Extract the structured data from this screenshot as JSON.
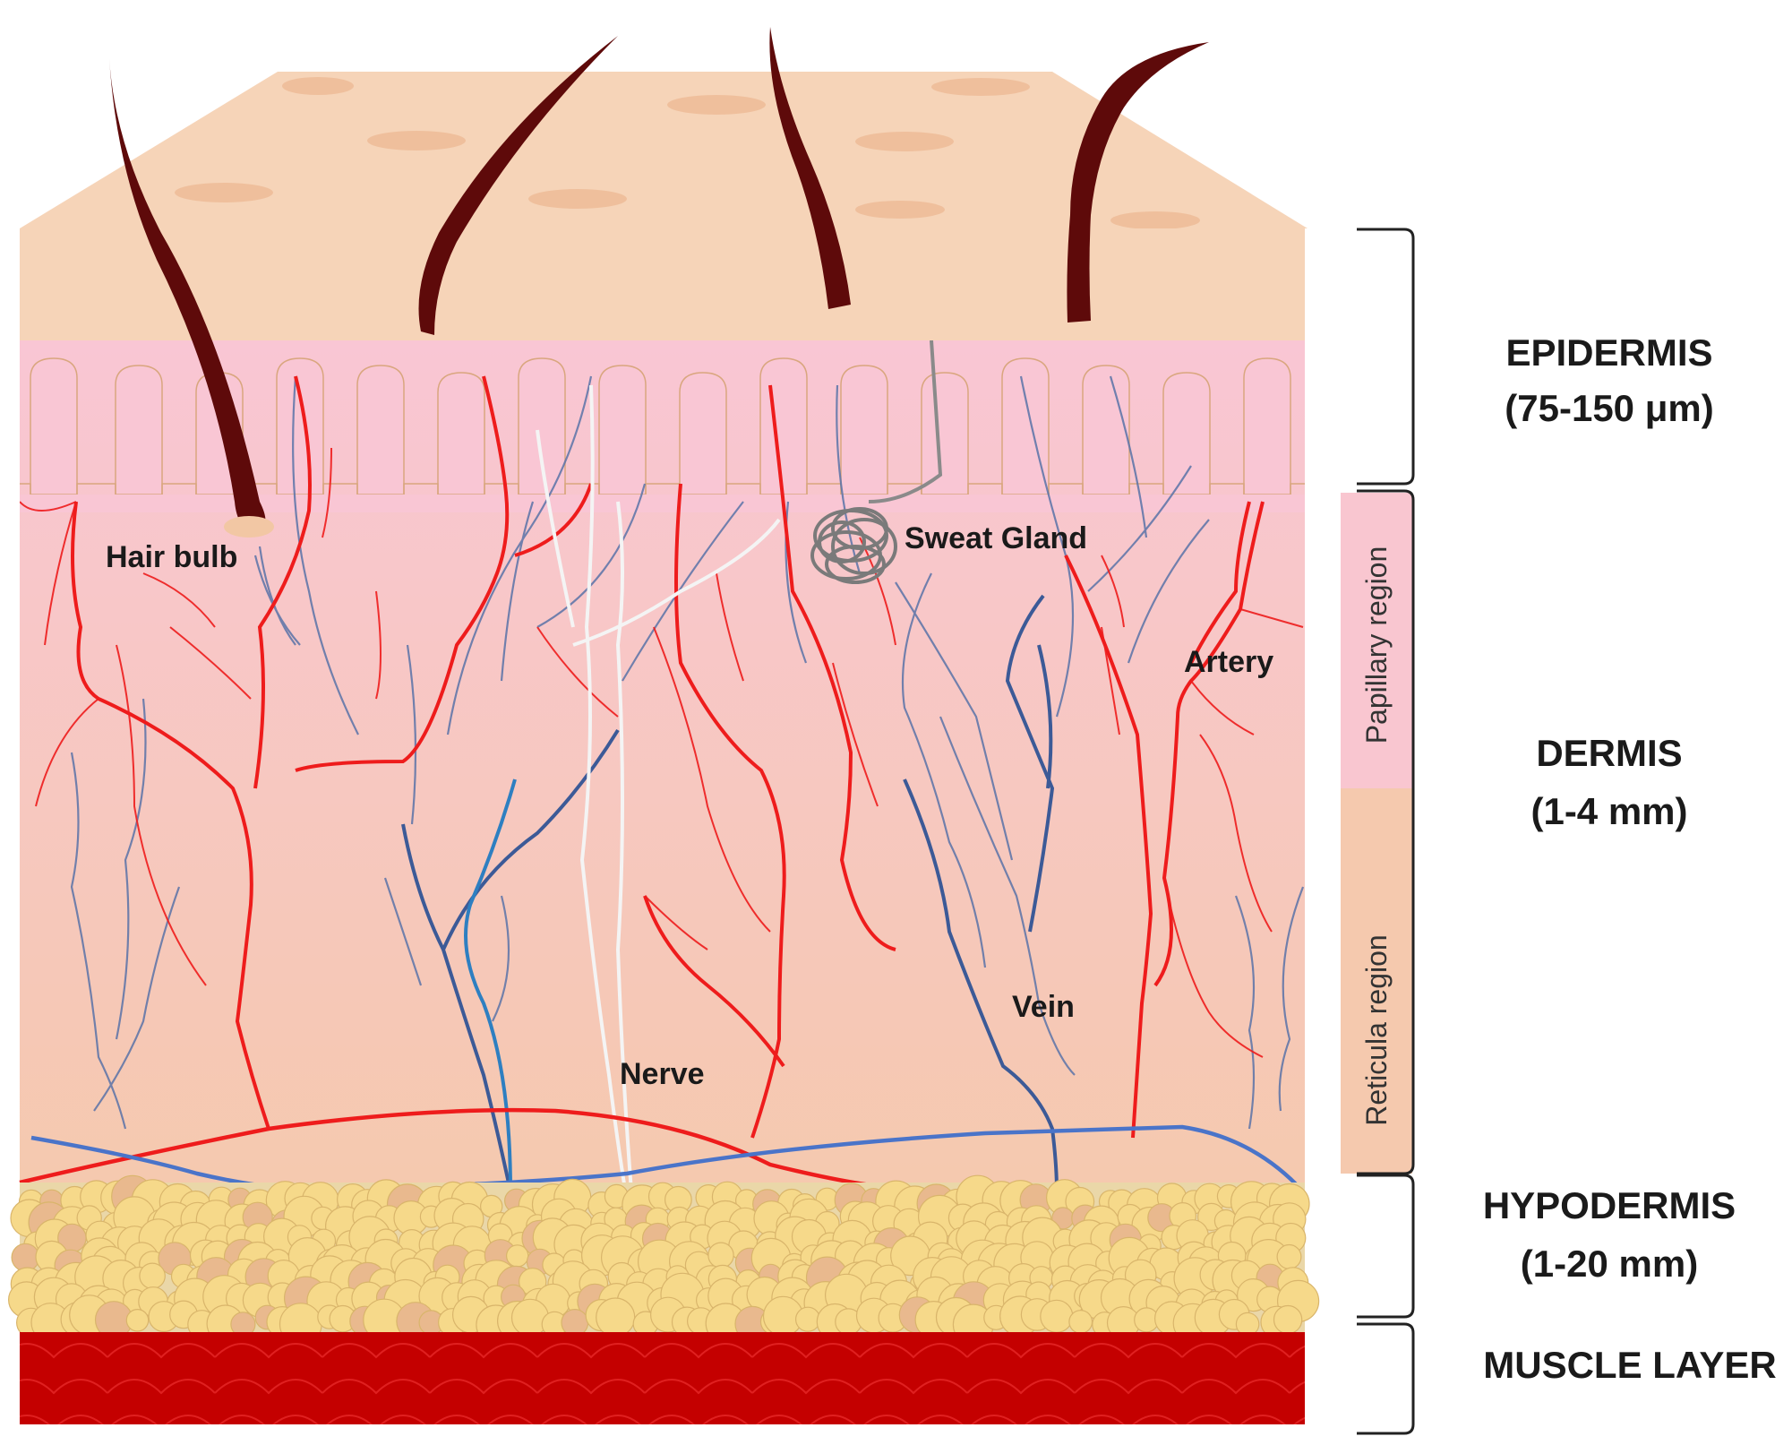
{
  "labels": {
    "hair_bulb": "Hair bulb",
    "sweat_gland": "Sweat Gland",
    "artery": "Artery",
    "vein": "Vein",
    "nerve": "Nerve"
  },
  "regions": {
    "papillary": "Papillary region",
    "reticular": "Reticula region"
  },
  "layers": [
    {
      "name": "EPIDERMIS",
      "range": "(75-150 μm)"
    },
    {
      "name": "DERMIS",
      "range": "(1-4 mm)"
    },
    {
      "name": "HYPODERMIS",
      "range": "(1-20 mm)"
    },
    {
      "name": "MUSCLE LAYER",
      "range": ""
    }
  ],
  "colors": {
    "epidermis": "#f5d3b7",
    "dermis_top": "#f9c6d4",
    "dermis_bottom": "#f5c9ae",
    "hair": "#5e0a0a",
    "artery": "#ee1c1c",
    "vein": "#3a5d9c",
    "nerve": "#f2f2f2",
    "fat": "#f6d98a",
    "muscle": "#c00000"
  }
}
